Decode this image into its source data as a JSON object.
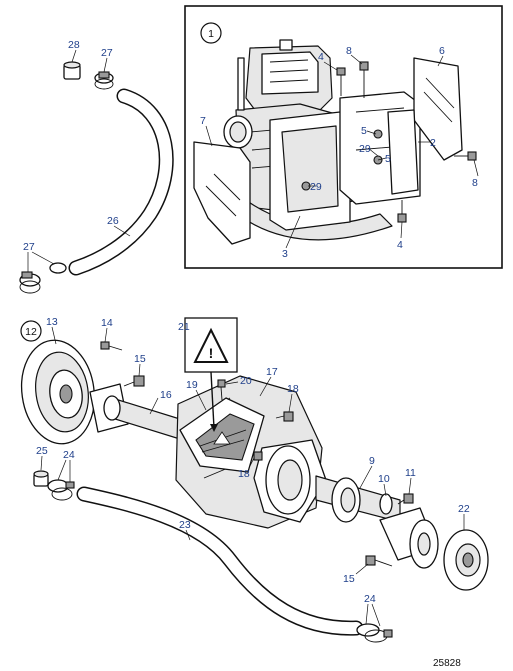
{
  "figure_number": "25828",
  "groups": [
    {
      "id": "1",
      "label": "1"
    },
    {
      "id": "12",
      "label": "12"
    }
  ],
  "warning_label": {
    "number": "21",
    "symbol": "!"
  },
  "callouts": {
    "c28": "28",
    "c27a": "27",
    "c26": "26",
    "c27b": "27",
    "c4a": "4",
    "c8a": "8",
    "c6": "6",
    "c7": "7",
    "c5a": "5",
    "c2": "2",
    "c29a": "29",
    "c5b": "5",
    "c29b": "29",
    "c8b": "8",
    "c3": "3",
    "c4b": "4",
    "c13": "13",
    "c14": "14",
    "c15a": "15",
    "c19": "19",
    "c20": "20",
    "c17": "17",
    "c18a": "18",
    "c16": "16",
    "c18b": "18",
    "c25": "25",
    "c24a": "24",
    "c9": "9",
    "c10": "10",
    "c11": "11",
    "c22": "22",
    "c23": "23",
    "c15b": "15",
    "c24b": "24"
  }
}
